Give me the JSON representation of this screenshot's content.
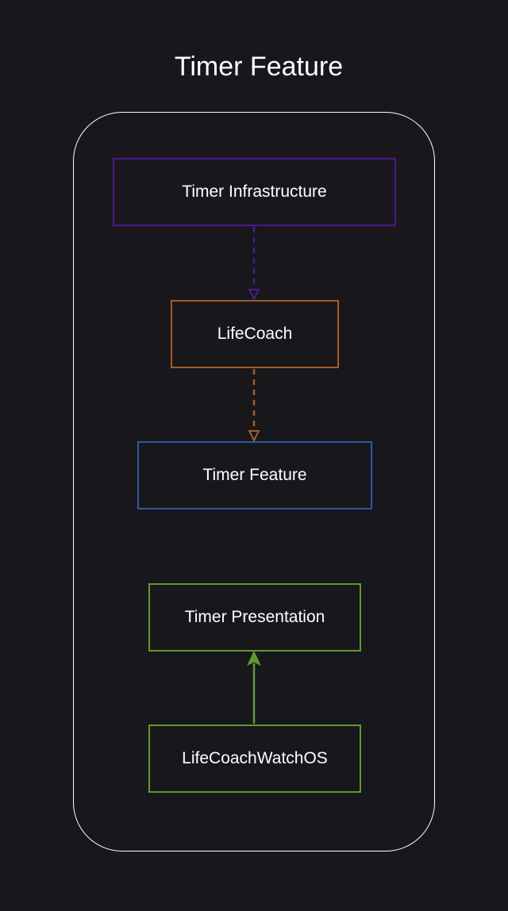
{
  "title": "Timer Feature",
  "nodes": {
    "infrastructure": {
      "label": "Timer Infrastructure",
      "color": "#4a1a8c"
    },
    "lifecoach": {
      "label": "LifeCoach",
      "color": "#a55e25"
    },
    "feature": {
      "label": "Timer Feature",
      "color": "#2a5a9e"
    },
    "presentation": {
      "label": "Timer Presentation",
      "color": "#5e9a2e"
    },
    "watchos": {
      "label": "LifeCoachWatchOS",
      "color": "#5e9a2e"
    }
  },
  "edges": [
    {
      "from": "Timer Infrastructure",
      "to": "LifeCoach",
      "style": "dashed",
      "arrow": "hollow",
      "color": "#4a1a8c"
    },
    {
      "from": "LifeCoach",
      "to": "Timer Feature",
      "style": "dashed",
      "arrow": "hollow",
      "color": "#a55e25"
    },
    {
      "from": "LifeCoachWatchOS",
      "to": "Timer Presentation",
      "style": "solid",
      "arrow": "filled",
      "color": "#5e9a2e"
    }
  ]
}
